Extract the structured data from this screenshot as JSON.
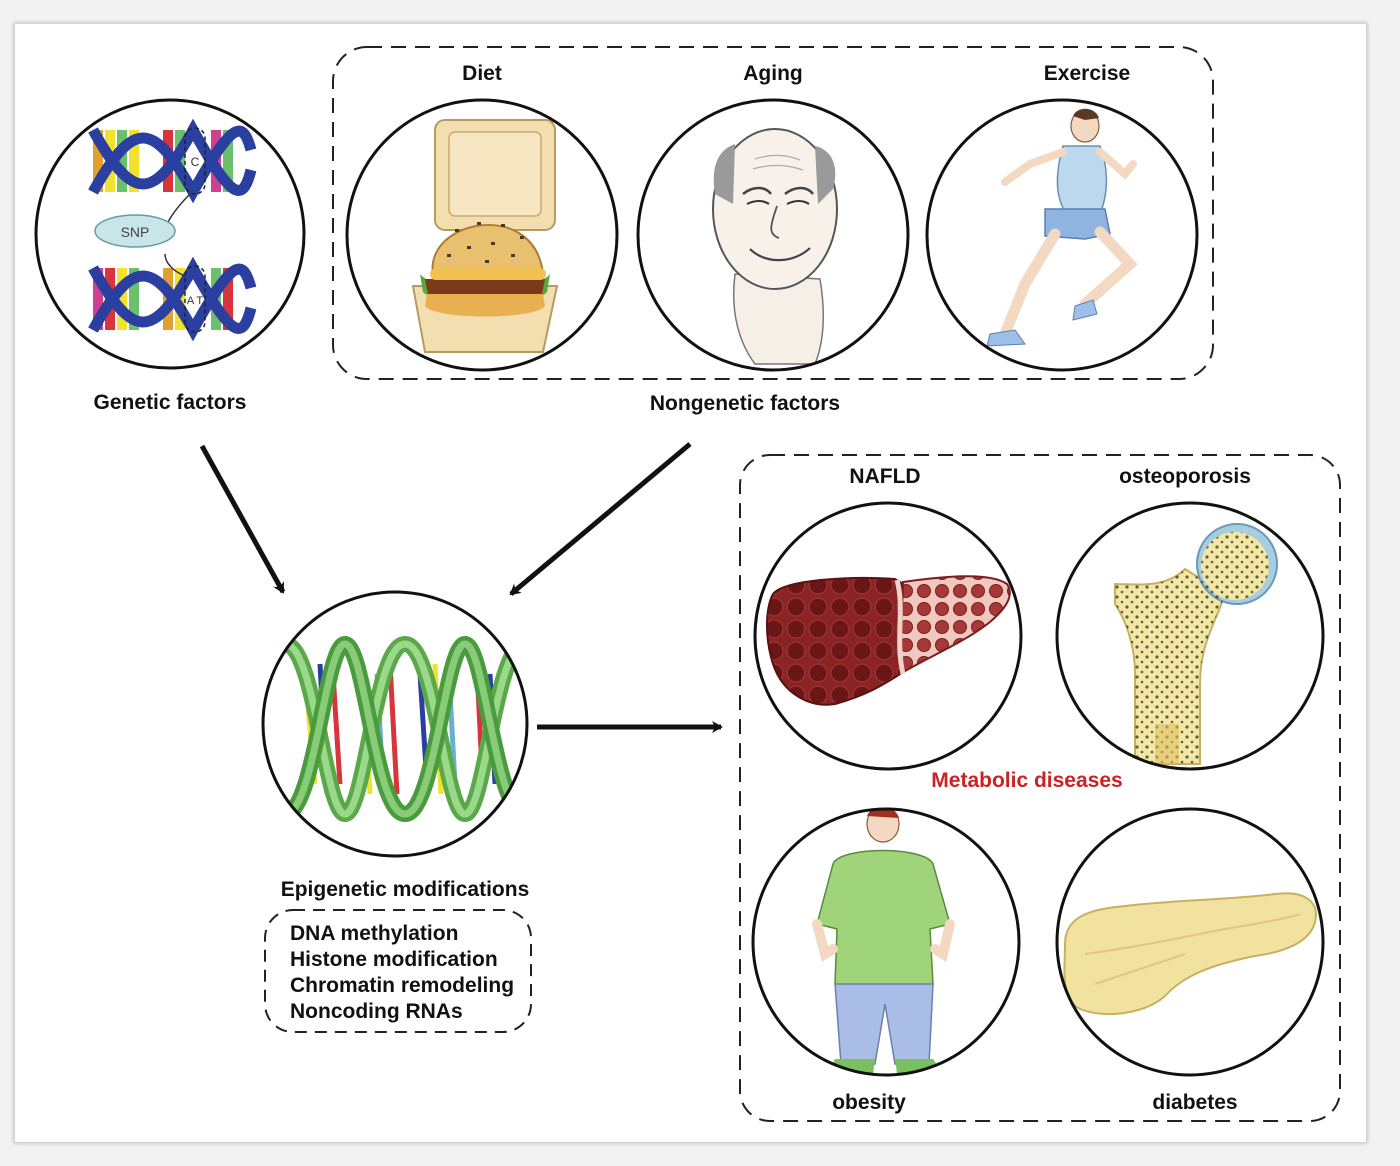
{
  "labels": {
    "genetic_factors": "Genetic factors",
    "nongenetic_factors": "Nongenetic factors",
    "diet": "Diet",
    "aging": "Aging",
    "exercise": "Exercise",
    "snp": "SNP",
    "snp_base_top": "C",
    "snp_base_bottom": "A T",
    "epigenetic_modifications": "Epigenetic modifications",
    "metabolic_diseases": "Metabolic diseases",
    "nafld": "NAFLD",
    "osteoporosis": "osteoporosis",
    "obesity": "obesity",
    "diabetes": "diabetes"
  },
  "modifications": [
    "DNA methylation",
    "Histone modification",
    "Chromatin remodeling",
    "Noncoding RNAs"
  ],
  "colors": {
    "accent_red": "#cc2222",
    "dna_yellow": "#f2e230",
    "dna_blue": "#2a3fa0",
    "dna_red": "#d8343c",
    "dna_green": "#6cc06c",
    "liver_dark": "#7a1e1e",
    "bone_yellow": "#f3e7a6",
    "pancreas": "#f2e2a0",
    "shirt_green": "#9fd47a",
    "pants_blue": "#a9bde6"
  },
  "icons": [
    "dna-snp-icon",
    "burger-icon",
    "old-man-face-icon",
    "runner-icon",
    "double-helix-icon",
    "liver-icon",
    "femur-bone-icon",
    "obese-person-icon",
    "pancreas-icon"
  ]
}
